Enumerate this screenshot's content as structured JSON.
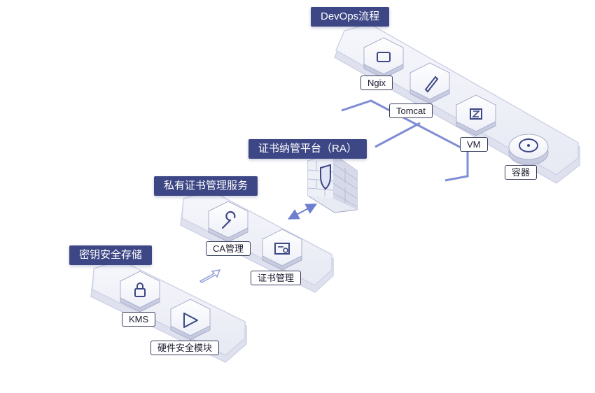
{
  "colors": {
    "accent": "#3d4785",
    "connector": "#6f7fd0",
    "platform_stroke": "#cfd3e6"
  },
  "groups": {
    "devops": {
      "title": "DevOps流程",
      "items": [
        {
          "label": "Ngix",
          "icon": "window-icon"
        },
        {
          "label": "Tomcat",
          "icon": "pen-icon"
        },
        {
          "label": "VM",
          "icon": "vm-icon"
        },
        {
          "label": "容器",
          "icon": "disc-icon"
        }
      ]
    },
    "ra": {
      "title": "证书纳管平台（RA）",
      "icon": "firewall-shield-icon"
    },
    "private_ca": {
      "title": "私有证书管理服务",
      "items": [
        {
          "label": "CA管理",
          "icon": "wrench-icon"
        },
        {
          "label": "证书管理",
          "icon": "certificate-icon"
        }
      ]
    },
    "key_storage": {
      "title": "密钥安全存储",
      "items": [
        {
          "label": "KMS",
          "icon": "lock-icon"
        },
        {
          "label": "硬件安全模块",
          "icon": "play-icon"
        }
      ]
    }
  }
}
